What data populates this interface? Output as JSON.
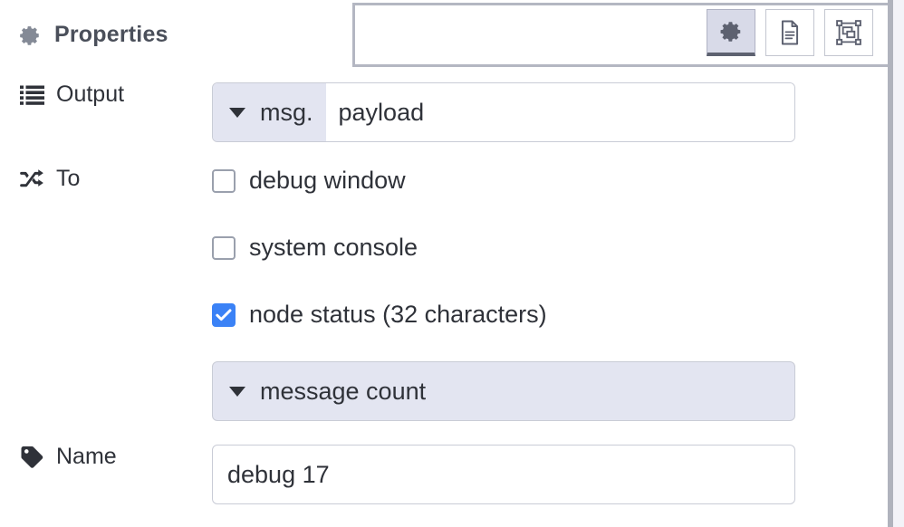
{
  "panel": {
    "tab": {
      "icon": "gear-icon",
      "title": "Properties"
    },
    "tab_buttons": [
      {
        "name": "properties-tab-button",
        "icon": "gear-icon",
        "active": true
      },
      {
        "name": "description-tab-button",
        "icon": "document-icon",
        "active": false
      },
      {
        "name": "appearance-tab-button",
        "icon": "appearance-icon",
        "active": false
      }
    ]
  },
  "form": {
    "output": {
      "icon": "list-icon",
      "label": "Output",
      "type_prefix": "msg.",
      "value": "payload"
    },
    "to": {
      "icon": "shuffle-icon",
      "label": "To",
      "options": [
        {
          "label": "debug window",
          "checked": false
        },
        {
          "label": "system console",
          "checked": false
        },
        {
          "label": "node status (32 characters)",
          "checked": true
        }
      ],
      "status_select": "message count"
    },
    "name": {
      "icon": "tag-icon",
      "label": "Name",
      "value": "debug 17",
      "placeholder": "Name"
    }
  },
  "colors": {
    "accent_blue": "#3b82f6",
    "lavender": "#e3e5f1",
    "border": "#c9ccd6",
    "text": "#2f3239",
    "header_line": "#b4b7c2"
  }
}
